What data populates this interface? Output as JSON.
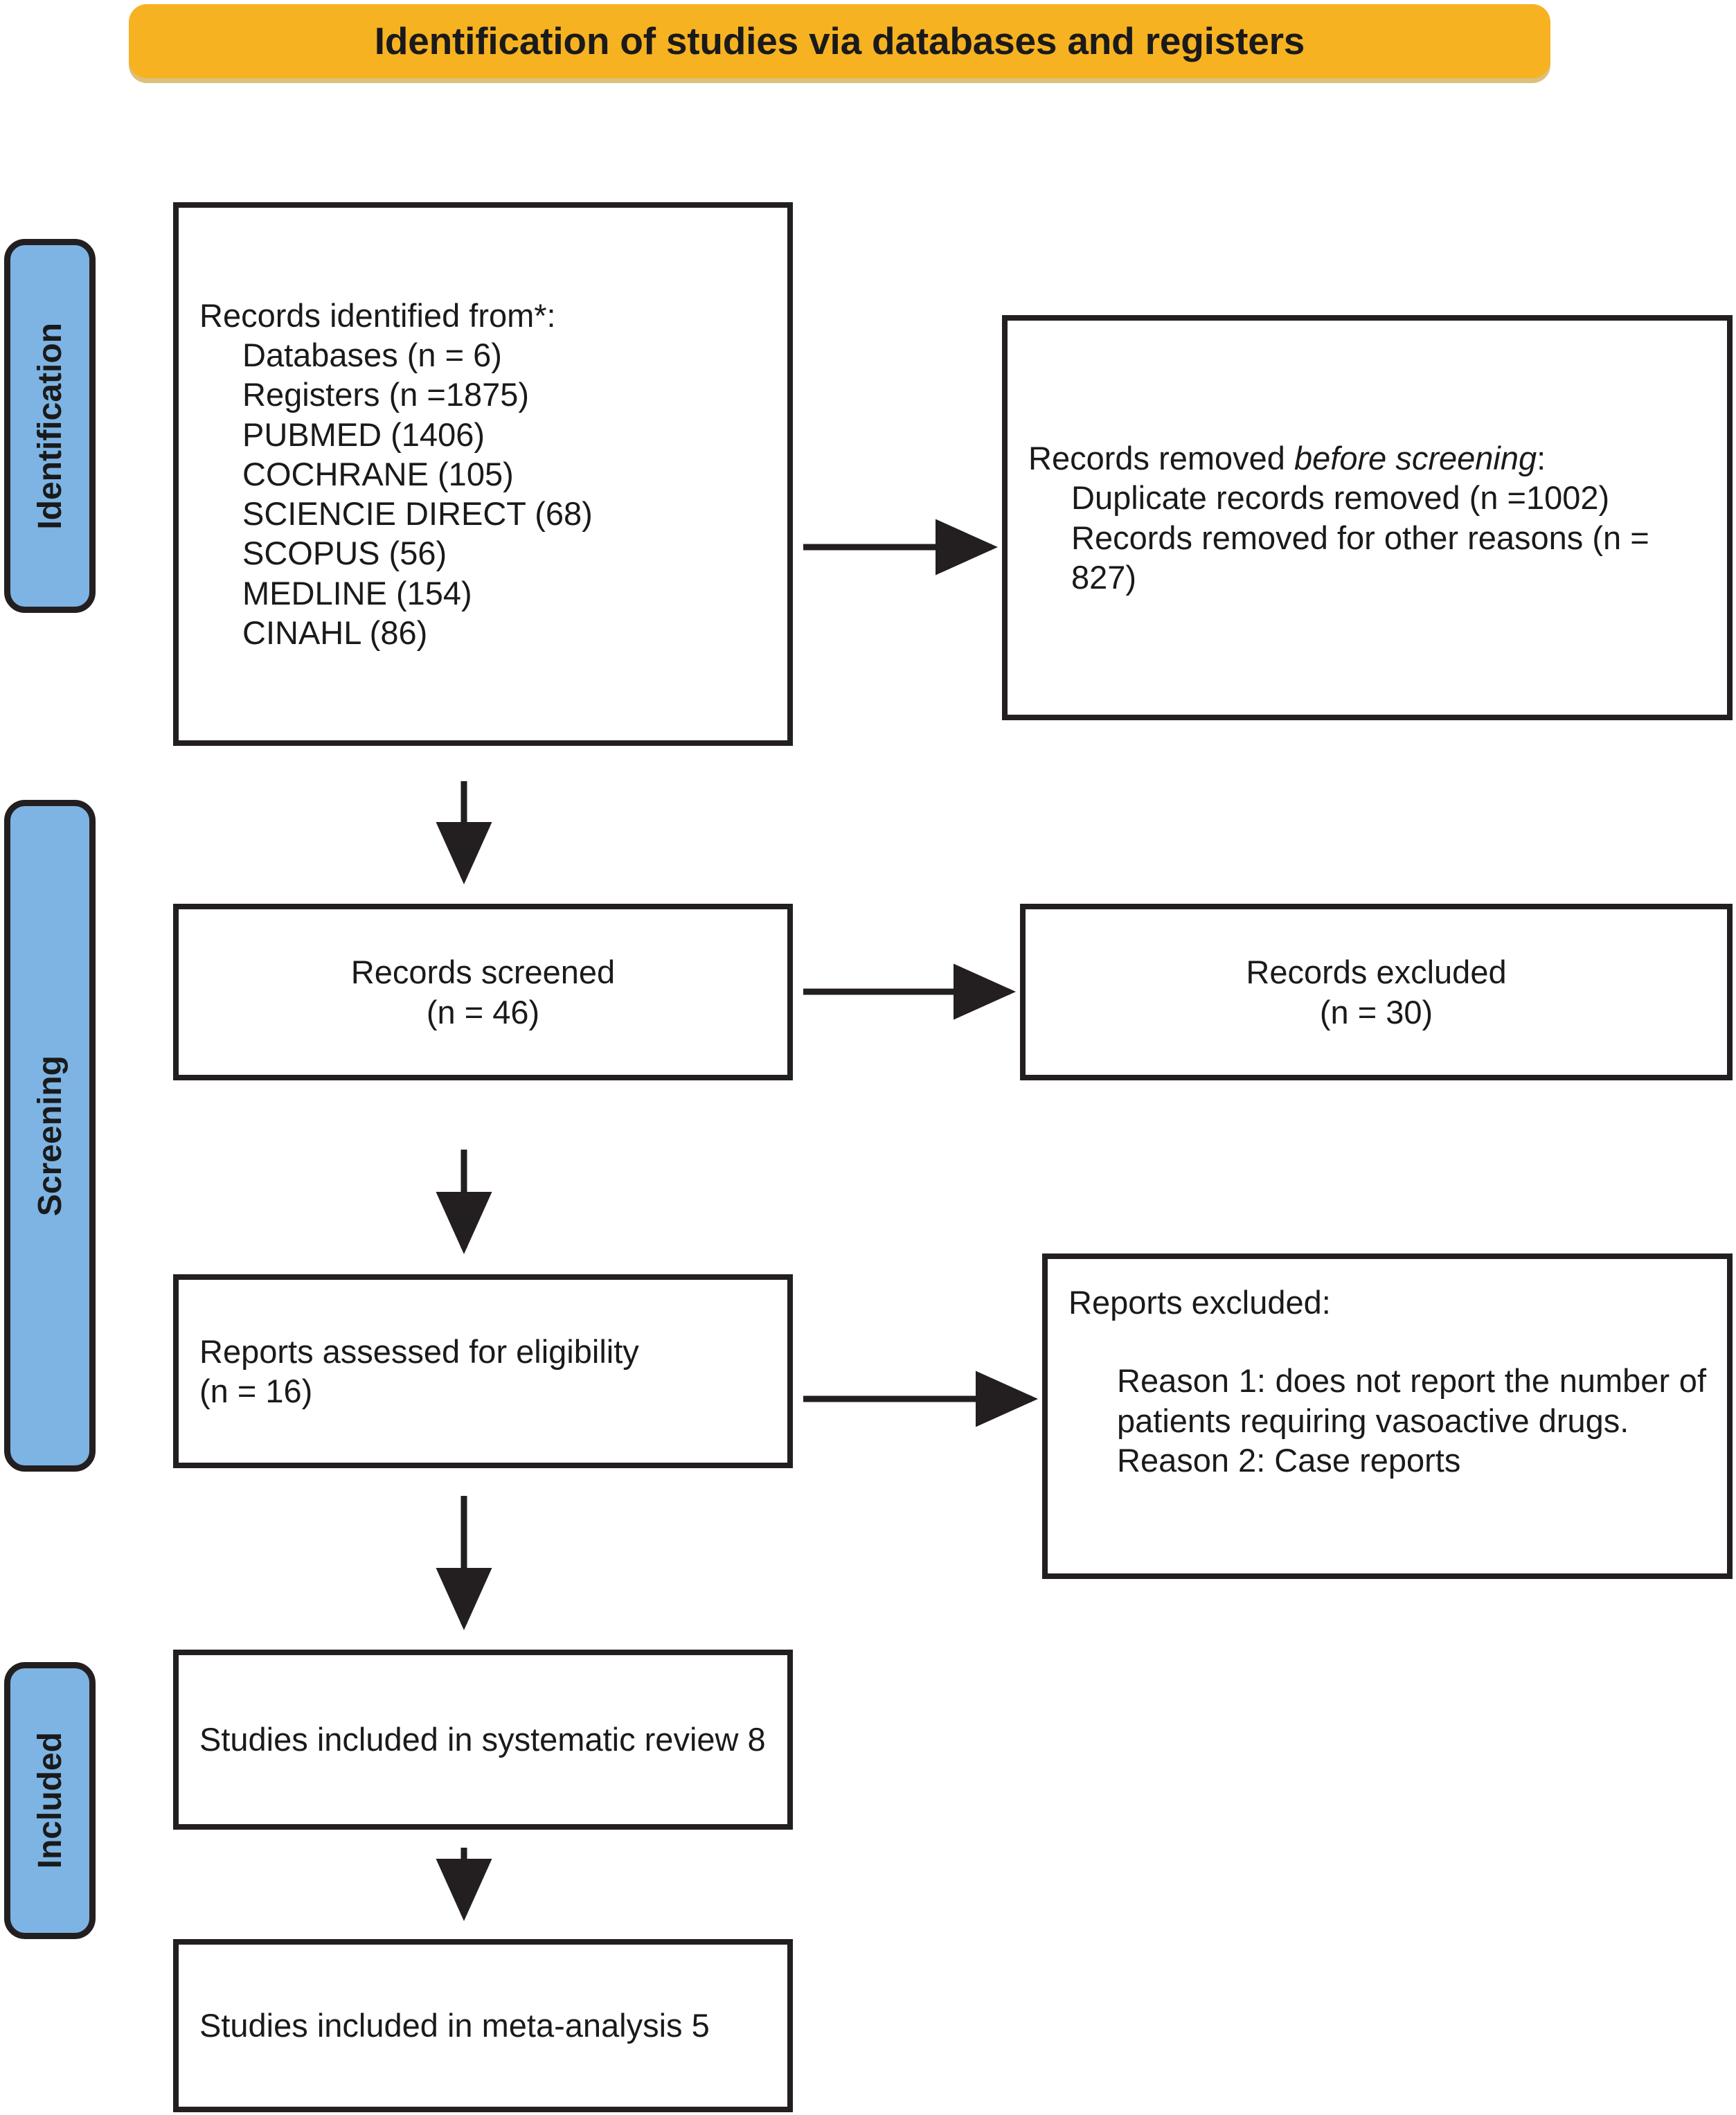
{
  "banner": {
    "title": "Identification of studies via databases and registers",
    "color": "#F6B221"
  },
  "stages": [
    {
      "key": "identification",
      "label": "Identification"
    },
    {
      "key": "screening",
      "label": "Screening"
    },
    {
      "key": "included",
      "label": "Included"
    }
  ],
  "stage_color": "#7DB4E4",
  "boxes": {
    "identified": {
      "title": "Records identified from*:",
      "lines": [
        "Databases (n = 6)",
        "Registers (n =1875)",
        "PUBMED (1406)",
        "COCHRANE (105)",
        "SCIENCIE DIRECT (68)",
        "SCOPUS (56)",
        "MEDLINE (154)",
        "CINAHL (86)"
      ]
    },
    "removed_before_screening": {
      "title_prefix": "Records removed ",
      "title_italic": "before screening",
      "title_suffix": ":",
      "lines": [
        "Duplicate records removed (n =1002)",
        "Records removed for other reasons (n = 827)"
      ]
    },
    "records_screened": {
      "line1": "Records screened",
      "line2": "(n = 46)"
    },
    "records_excluded": {
      "line1": "Records excluded",
      "line2": "(n = 30)"
    },
    "reports_assessed": {
      "line1": "Reports assessed for eligibility",
      "line2": "(n = 16)"
    },
    "reports_excluded": {
      "title": "Reports excluded:",
      "reason1": "Reason 1: does not report the number of patients requiring vasoactive drugs.",
      "reason2": "Reason 2: Case reports"
    },
    "included_review": {
      "text": "Studies included in systematic review 8"
    },
    "included_meta": {
      "text": "Studies included in meta-analysis 5"
    }
  },
  "flow_data": {
    "type": "prisma-flow",
    "identified_total_databases": 6,
    "identified_registers": 1875,
    "sources": [
      {
        "name": "PUBMED",
        "count": 1406
      },
      {
        "name": "COCHRANE",
        "count": 105
      },
      {
        "name": "SCIENCIE DIRECT",
        "count": 68
      },
      {
        "name": "SCOPUS",
        "count": 56
      },
      {
        "name": "MEDLINE",
        "count": 154
      },
      {
        "name": "CINAHL",
        "count": 86
      }
    ],
    "duplicates_removed": 1002,
    "removed_other_reasons": 827,
    "records_screened": 46,
    "records_excluded": 30,
    "reports_assessed": 16,
    "studies_in_systematic_review": 8,
    "studies_in_meta_analysis": 5
  }
}
